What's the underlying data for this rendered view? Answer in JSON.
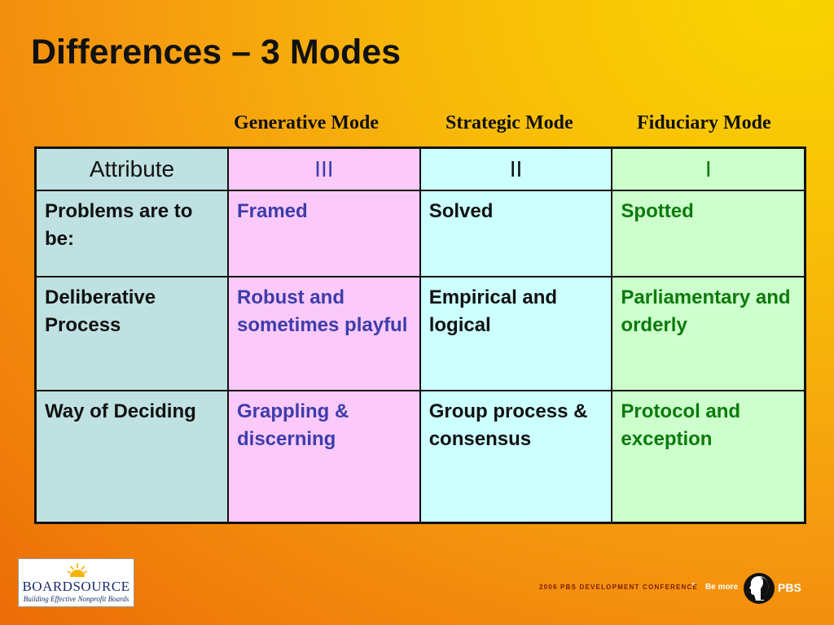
{
  "slide": {
    "title": "Differences – 3 Modes"
  },
  "modes": {
    "generative": "Generative Mode",
    "strategic": "Strategic Mode",
    "fiduciary": "Fiduciary Mode"
  },
  "table": {
    "header": [
      "Attribute",
      "III",
      "II",
      "I"
    ],
    "rows": [
      [
        "Problems are to be:",
        "Framed",
        "Solved",
        "Spotted"
      ],
      [
        "Deliberative Process",
        "Robust and sometimes playful",
        "Empirical and logical",
        "Parliamentary and orderly"
      ],
      [
        "Way of Deciding",
        "Grappling & discerning",
        "Group process & consensus",
        "Protocol and exception"
      ]
    ]
  },
  "colors": {
    "attribute_col": "#bfe1e2",
    "generative_col": "#fbc9fa",
    "strategic_col": "#ccffff",
    "fiduciary_col": "#ccffcc",
    "generative_text": "#3d3daa",
    "fiduciary_text": "#0c7a0c"
  },
  "footer": {
    "logo_name": "BOARDSOURCE",
    "logo_tagline": "Building Effective Nonprofit Boards",
    "conference": "2006 PBS DEVELOPMENT CONFERENCE",
    "separator": "*",
    "slogan": "Be more",
    "brand": "PBS",
    "icons": [
      "boardsource-sun-icon",
      "pbs-head-icon"
    ]
  }
}
